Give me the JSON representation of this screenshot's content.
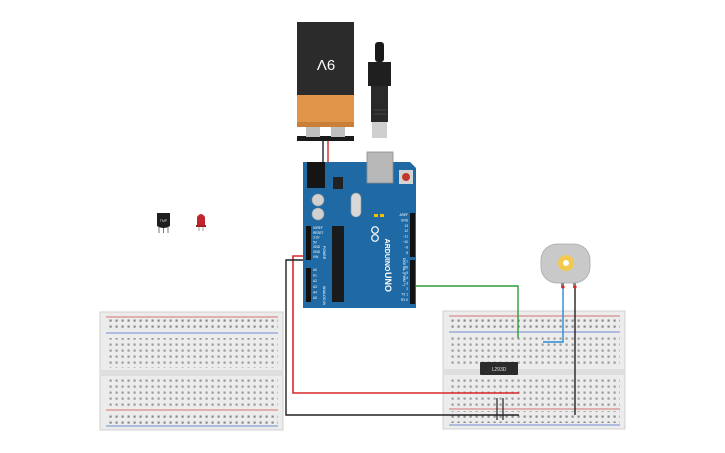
{
  "battery": {
    "label": "9V"
  },
  "arduino": {
    "brand": "ARDUINO",
    "model": "UNO",
    "pin_labels_left": [
      "IOREF",
      "RESET",
      "3.3V",
      "5V",
      "GND",
      "GND",
      "VIN"
    ],
    "analog_labels": [
      "A0",
      "A1",
      "A2",
      "A3",
      "A4",
      "A5"
    ],
    "digital_header": [
      "AREF",
      "GND",
      "13",
      "12",
      "~11",
      "~10",
      "~9",
      "8"
    ],
    "digital_header2": [
      "7",
      "~6",
      "~5",
      "4",
      "~3",
      "2",
      "TX 1",
      "RX 0"
    ],
    "power_label": "POWER",
    "analog_label": "ANALOG IN",
    "digital_label": "DIGITAL (PWM ~)"
  },
  "sensor": {
    "label": "TMP"
  },
  "motor_driver": {
    "label": "L293D"
  },
  "colors": {
    "board_blue": "#1f6aa5",
    "wire_red": "#d62828",
    "wire_black": "#222222",
    "wire_green": "#2e9c3a",
    "wire_blue": "#2a8ad6",
    "battery_orange": "#e0954a",
    "battery_black": "#2b2b2b",
    "led_red": "#c0262b",
    "breadboard": "#e9e9e9"
  },
  "icons": [
    "battery-icon",
    "usb-plug-icon",
    "dc-motor-icon",
    "temperature-sensor-icon",
    "led-icon"
  ]
}
